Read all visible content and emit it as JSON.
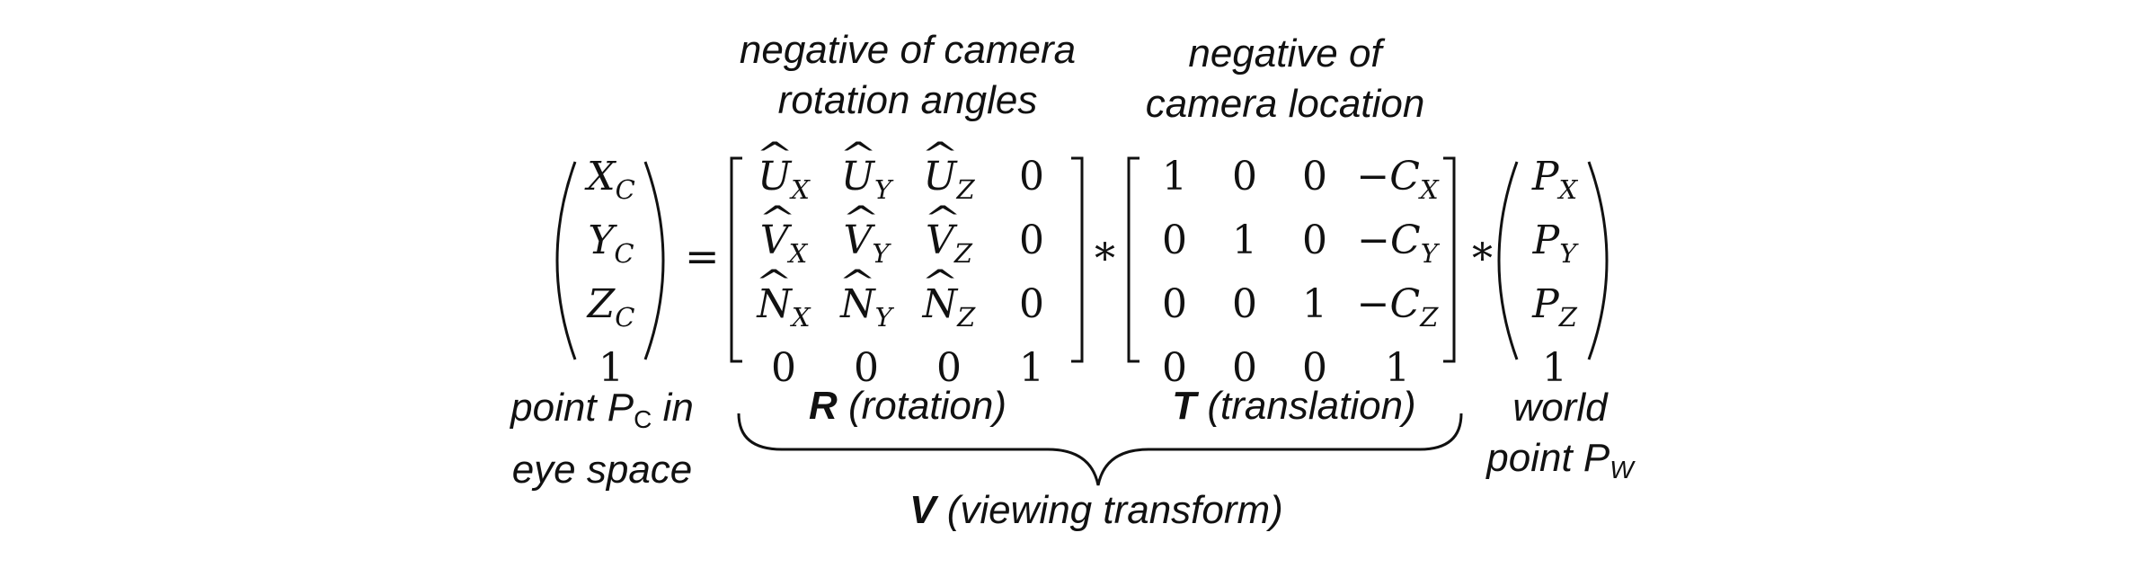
{
  "captions": {
    "rotation_top_line1": "negative of camera",
    "rotation_top_line2": "rotation angles",
    "translation_top_line1": "negative of",
    "translation_top_line2": "camera location",
    "pc_label_line1_prefix": "point P",
    "pc_label_line1_sub": "C",
    "pc_label_line1_suffix": " in",
    "pc_label_line2": "eye space",
    "r_bold": "R",
    "r_rest": " (rotation)",
    "t_bold": "T",
    "t_rest": " (translation)",
    "pw_label_line1": "world",
    "pw_label_line2_prefix": "point P",
    "pw_label_line2_sub": "W",
    "v_bold": "V",
    "v_rest": " (viewing transform)"
  },
  "equation": {
    "equals": "=",
    "times": "*",
    "eye_vector": [
      {
        "base": "X",
        "sub": "C"
      },
      {
        "base": "Y",
        "sub": "C"
      },
      {
        "base": "Z",
        "sub": "C"
      },
      {
        "base": "1",
        "sub": ""
      }
    ],
    "rotation_matrix": [
      [
        {
          "base": "U",
          "sub": "X",
          "hat": true
        },
        {
          "base": "U",
          "sub": "Y",
          "hat": true
        },
        {
          "base": "U",
          "sub": "Z",
          "hat": true
        },
        {
          "base": "0",
          "sub": "",
          "hat": false
        }
      ],
      [
        {
          "base": "V",
          "sub": "X",
          "hat": true
        },
        {
          "base": "V",
          "sub": "Y",
          "hat": true
        },
        {
          "base": "V",
          "sub": "Z",
          "hat": true
        },
        {
          "base": "0",
          "sub": "",
          "hat": false
        }
      ],
      [
        {
          "base": "N",
          "sub": "X",
          "hat": true
        },
        {
          "base": "N",
          "sub": "Y",
          "hat": true
        },
        {
          "base": "N",
          "sub": "Z",
          "hat": true
        },
        {
          "base": "0",
          "sub": "",
          "hat": false
        }
      ],
      [
        {
          "base": "0",
          "sub": "",
          "hat": false
        },
        {
          "base": "0",
          "sub": "",
          "hat": false
        },
        {
          "base": "0",
          "sub": "",
          "hat": false
        },
        {
          "base": "1",
          "sub": "",
          "hat": false
        }
      ]
    ],
    "translation_matrix": [
      [
        {
          "base": "1",
          "sub": ""
        },
        {
          "base": "0",
          "sub": ""
        },
        {
          "base": "0",
          "sub": ""
        },
        {
          "base": "−C",
          "sub": "X"
        }
      ],
      [
        {
          "base": "0",
          "sub": ""
        },
        {
          "base": "1",
          "sub": ""
        },
        {
          "base": "0",
          "sub": ""
        },
        {
          "base": "−C",
          "sub": "Y"
        }
      ],
      [
        {
          "base": "0",
          "sub": ""
        },
        {
          "base": "0",
          "sub": ""
        },
        {
          "base": "1",
          "sub": ""
        },
        {
          "base": "−C",
          "sub": "Z"
        }
      ],
      [
        {
          "base": "0",
          "sub": ""
        },
        {
          "base": "0",
          "sub": ""
        },
        {
          "base": "0",
          "sub": ""
        },
        {
          "base": "1",
          "sub": ""
        }
      ]
    ],
    "world_vector": [
      {
        "base": "P",
        "sub": "X"
      },
      {
        "base": "P",
        "sub": "Y"
      },
      {
        "base": "P",
        "sub": "Z"
      },
      {
        "base": "1",
        "sub": ""
      }
    ]
  }
}
